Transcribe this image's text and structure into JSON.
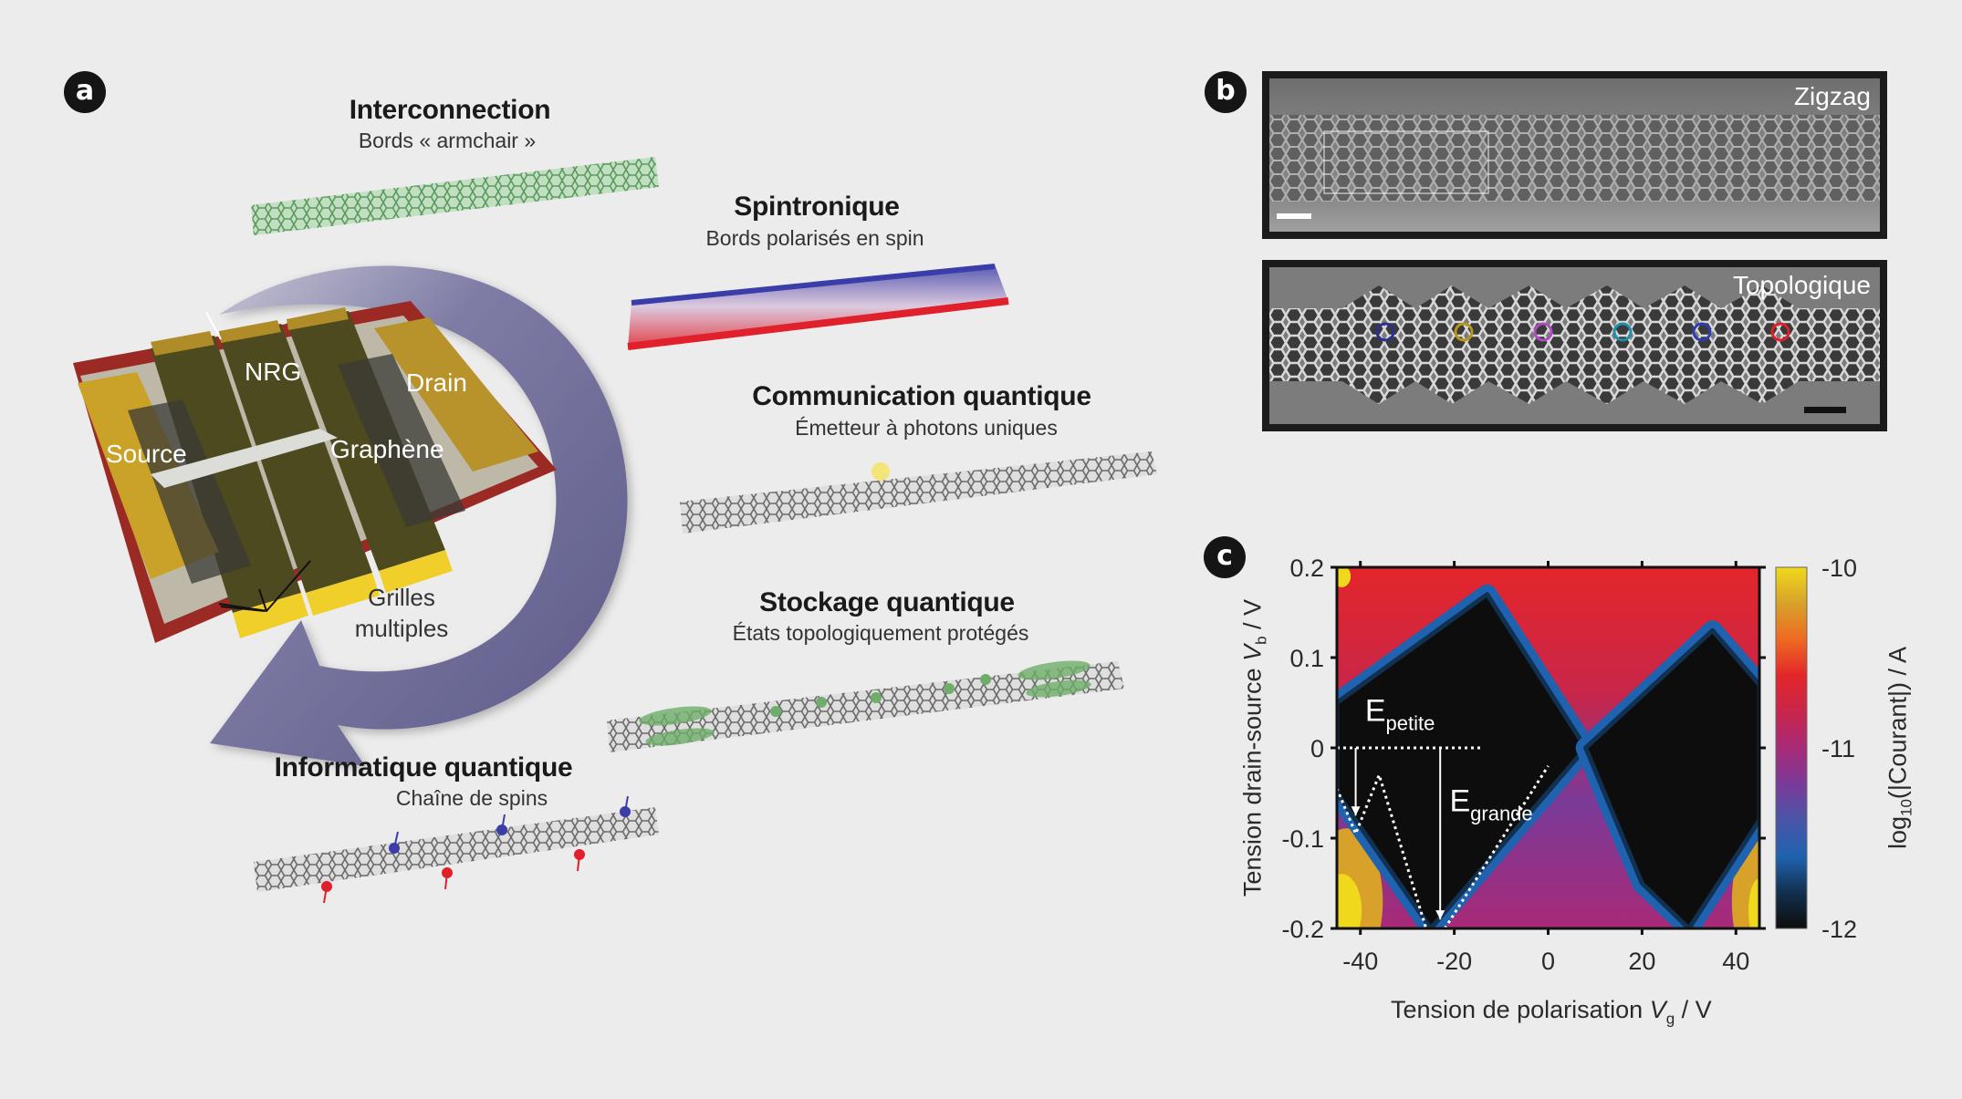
{
  "panel_a": {
    "badge": "a",
    "applications": [
      {
        "title": "Interconnection",
        "subtitle": "Bords « armchair »",
        "ribbon": "green-armchair"
      },
      {
        "title": "Spintronique",
        "subtitle": "Bords polarisés en spin",
        "ribbon": "spin-polarized"
      },
      {
        "title": "Communication quantique",
        "subtitle": "Émetteur à photons uniques",
        "ribbon": "single-photon"
      },
      {
        "title": "Stockage quantique",
        "subtitle": "États topologiquement protégés",
        "ribbon": "topological-states"
      },
      {
        "title": "Informatique quantique",
        "subtitle": "Chaîne de spins",
        "ribbon": "spin-chain"
      }
    ],
    "device": {
      "source": "Source",
      "drain": "Drain",
      "nrg": "NRG",
      "graphene": "Graphène",
      "grilles_line1": "Grilles",
      "grilles_line2": "multiples"
    },
    "colors": {
      "arrow": "#5f5e8c",
      "gold": "#c9a227",
      "gate": "#4d4a1f",
      "substrate": "#a02828",
      "ribbon_green": "#7dbb80",
      "spin_up": "#3b3ea8",
      "spin_down": "#e0202a"
    }
  },
  "panel_b": {
    "badge": "b",
    "images": [
      {
        "label": "Zigzag",
        "scale_bar": "white"
      },
      {
        "label": "Topologique",
        "scale_bar": "black",
        "markers": [
          "#2b2f8f",
          "#b8951f",
          "#b04cc0",
          "#1d8fa8",
          "#2f3db0",
          "#e0202a"
        ]
      }
    ]
  },
  "panel_c": {
    "badge": "c"
  },
  "chart_data": {
    "type": "heatmap",
    "title": "",
    "xlabel": "Tension de polarisation V_g / V",
    "xlabel_parts": {
      "pre": "Tension de polarisation ",
      "var": "V",
      "sub": "g",
      "post": " / V"
    },
    "ylabel": "Tension drain-source V_b / V",
    "ylabel_parts": {
      "pre": "Tension drain-source ",
      "var": "V",
      "sub": "b",
      "post": " / V"
    },
    "xlim": [
      -45,
      45
    ],
    "ylim": [
      -0.2,
      0.2
    ],
    "x_ticks": [
      -40,
      -20,
      0,
      20,
      40
    ],
    "x_tick_labels": [
      "-40",
      "-20",
      "0",
      "20",
      "40"
    ],
    "y_ticks": [
      0.2,
      0.1,
      0,
      -0.1,
      -0.2
    ],
    "y_tick_labels": [
      "0.2",
      "0.1",
      "0",
      "-0.1",
      "-0.2"
    ],
    "colorbar": {
      "label": "log10(|Courant|) / A",
      "label_parts": {
        "pre": "log",
        "sub": "10",
        "post": "(|Courant|) / A"
      },
      "range": [
        -12,
        -10
      ],
      "ticks": [
        -10,
        -11,
        -12
      ],
      "tick_labels": [
        "-10",
        "-11",
        "-12"
      ],
      "colormap": [
        "#0d0d0d",
        "#12304f",
        "#1f63b0",
        "#4a55a8",
        "#7a3a98",
        "#a82a78",
        "#c8264a",
        "#e3262a",
        "#ee6a22",
        "#d8a22a",
        "#f0d81c"
      ]
    },
    "annotations": [
      {
        "text": "E",
        "sub": "petite",
        "x": -39,
        "y": 0.03
      },
      {
        "text": "E",
        "sub": "grande",
        "x": -21,
        "y": -0.07
      }
    ],
    "gap_regions": {
      "description": "Low-current (black) Coulomb-blockade diamonds",
      "diamond_1": {
        "vertices": [
          [
            -45,
            0.05
          ],
          [
            -13,
            0.17
          ],
          [
            8,
            0.0
          ],
          [
            -25,
            -0.2
          ],
          [
            -45,
            -0.05
          ]
        ]
      },
      "diamond_2": {
        "vertices": [
          [
            8,
            0.0
          ],
          [
            35,
            0.13
          ],
          [
            45,
            0.07
          ],
          [
            45,
            -0.08
          ],
          [
            30,
            -0.2
          ],
          [
            20,
            -0.15
          ]
        ]
      }
    },
    "guide_lines": {
      "zero_line": {
        "x": [
          -45,
          -14
        ],
        "y": [
          0,
          0
        ]
      },
      "small_gap_path": {
        "x": [
          -45,
          -41,
          -36,
          -26
        ],
        "y": [
          -0.045,
          -0.095,
          -0.03,
          -0.2
        ]
      },
      "large_gap_path": {
        "x": [
          -22,
          0
        ],
        "y": [
          -0.2,
          -0.02
        ]
      },
      "arrow_small": {
        "x": -41,
        "y_from": 0,
        "y_to": -0.075
      },
      "arrow_large": {
        "x": -23,
        "y_from": 0,
        "y_to": -0.19
      }
    }
  }
}
